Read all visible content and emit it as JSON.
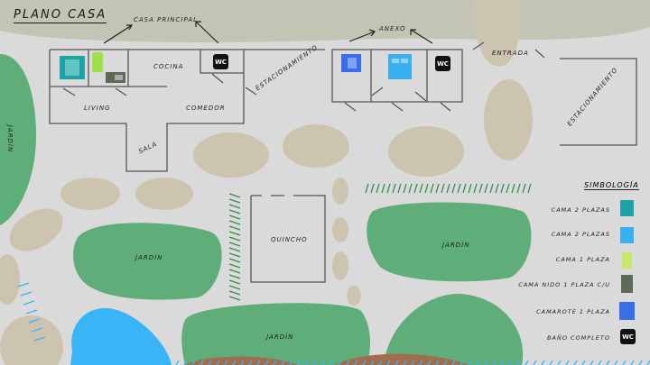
{
  "title": "PLANO CASA",
  "buildings": {
    "casa_principal": {
      "label": "CASA PRINCIPAL",
      "rooms": {
        "cocina": "COCINA",
        "living": "LIVING",
        "comedor": "COMEDOR",
        "sala": "SALA"
      },
      "wc": "WC"
    },
    "anexo": {
      "label": "ANEXO",
      "wc": "WC"
    },
    "entrada": "ENTRADA",
    "estacionamiento_1": "ESTACIONAMIENTO",
    "estacionamiento_2": "ESTACIONAMIENTO",
    "quincho": "QUINCHO"
  },
  "gardens": {
    "left": "JARDÍN",
    "center": "JARDÍN",
    "right": "JARDÍN",
    "bottom": "JARDÍN"
  },
  "legend": {
    "title": "SIMBOLOGÍA",
    "items": [
      {
        "label": "CAMA 2 PLAZAS",
        "icon": "double-bed-teal-icon",
        "color": "#1fa3a8"
      },
      {
        "label": "CAMA 2 PLAZAS",
        "icon": "double-bed-blue-icon",
        "color": "#3bb0f0"
      },
      {
        "label": "CAMA 1 PLAZA",
        "icon": "single-bed-icon",
        "color": "#c8e86a"
      },
      {
        "label": "CAMA NIDO 1 PLAZA C/U",
        "icon": "trundle-bed-icon",
        "color": "#5d6a55"
      },
      {
        "label": "CAMAROTE 1 PLAZA",
        "icon": "bunk-bed-icon",
        "color": "#3a6ee8"
      },
      {
        "label": "BAÑO COMPLETO",
        "icon": "wc-icon",
        "wc": "WC",
        "color": "#111111"
      }
    ]
  },
  "colors": {
    "background": "#dadada",
    "top_band": "#c4c4b5",
    "stone": "#cdc4b0",
    "garden": "#5fad78",
    "pond": "#38b4f7",
    "soil": "#a06e4f"
  }
}
